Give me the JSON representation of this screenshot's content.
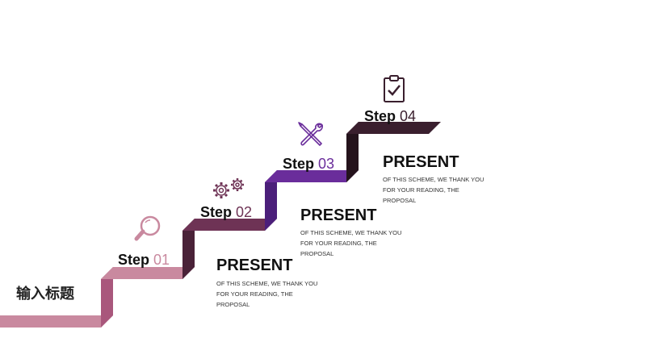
{
  "title": "输入标题",
  "colors": {
    "step1": "#c9899f",
    "step1_dark": "#a9577c",
    "step2": "#6e3355",
    "step2_dark": "#4a2238",
    "step3": "#6a2d9b",
    "step3_dark": "#4b1f7a",
    "step4": "#3a1f2e",
    "step4_dark": "#24131c"
  },
  "steps": [
    {
      "word": "Step",
      "number": "01",
      "number_color": "#c9899f",
      "icon": "magnifier-icon"
    },
    {
      "word": "Step",
      "number": "02",
      "number_color": "#6e3355",
      "icon": "gears-icon"
    },
    {
      "word": "Step",
      "number": "03",
      "number_color": "#6a2d9b",
      "icon": "tools-icon"
    },
    {
      "word": "Step",
      "number": "04",
      "number_color": "#3a1f2e",
      "icon": "clipboard-check-icon"
    }
  ],
  "blocks": [
    {
      "heading": "PRESENT",
      "text": "OF THIS SCHEME, WE THANK YOU FOR YOUR READING, THE PROPOSAL"
    },
    {
      "heading": "PRESENT",
      "text": "OF THIS SCHEME, WE THANK YOU FOR YOUR READING, THE PROPOSAL"
    },
    {
      "heading": "PRESENT",
      "text": "OF THIS SCHEME, WE THANK YOU FOR YOUR READING, THE PROPOSAL"
    }
  ]
}
